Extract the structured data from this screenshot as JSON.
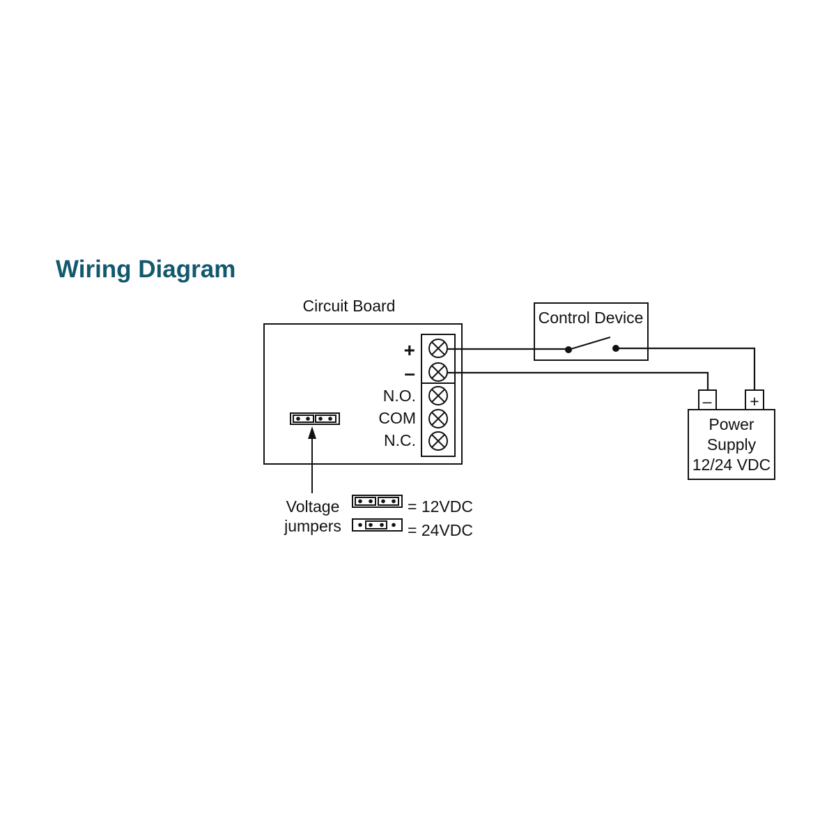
{
  "title": "Wiring Diagram",
  "colors": {
    "title": "#13596e",
    "line": "#111111"
  },
  "circuit_board": {
    "label": "Circuit Board",
    "terminals": [
      "+",
      "–",
      "N.O.",
      "COM",
      "N.C."
    ]
  },
  "control_device": {
    "label": "Control Device"
  },
  "power_supply": {
    "line1": "Power",
    "line2": "Supply",
    "line3": "12/24 VDC",
    "neg_terminal": "–",
    "pos_terminal": "+"
  },
  "legend": {
    "caption_line1": "Voltage",
    "caption_line2": "jumpers",
    "option_12": "= 12VDC",
    "option_24": "= 24VDC"
  }
}
